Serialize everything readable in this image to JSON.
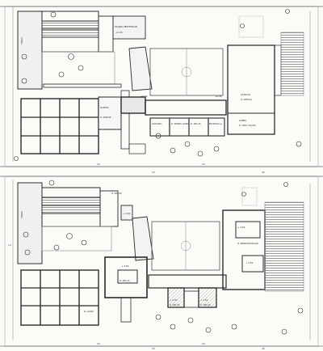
{
  "plan_top": {
    "room_labels": [
      "TERAS",
      "RUANG PERTEMUAN",
      "KANTIN",
      "R. PARKIR",
      "GUDANG",
      "R. SERBA GUNA",
      "R. KELAS",
      "MUSHOLLA",
      "KANTOR",
      "R. KEPALA",
      "LOBBY",
      "R. TATA USAHA"
    ],
    "marks": [
      "+0.00",
      "+0.60",
      "+0.45"
    ],
    "dimensions": [
      "24",
      "23",
      "46",
      "24"
    ]
  },
  "plan_bottom": {
    "room_labels": [
      "TERAS",
      "R. KELAS",
      "R. GURU",
      "R. KELAS",
      "R. KELAS",
      "R. KELAS",
      "R. PERPUSTAKAAN"
    ],
    "marks": [
      "+ 0.00",
      "+ 3.50",
      "+ 3.50",
      "+ 3.50",
      "+ 3.50",
      "+ 3.50"
    ],
    "dimensions": [
      "24",
      "23",
      "46",
      "24",
      "14"
    ]
  },
  "colors": {
    "line": "#2b2b2b",
    "fill": "#ececec",
    "hatch": "#555555",
    "paper": "#fbfbf8"
  }
}
